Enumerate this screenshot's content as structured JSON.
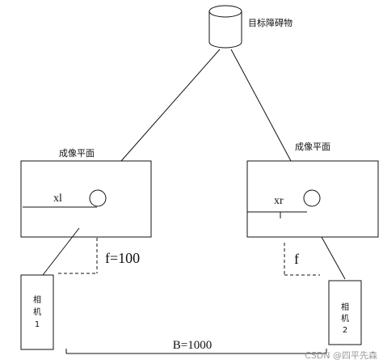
{
  "target": {
    "label": "目标障碍物"
  },
  "left_plane": {
    "label": "成像平面",
    "point_label": "xl"
  },
  "right_plane": {
    "label": "成像平面",
    "point_label": "xr"
  },
  "focal": {
    "left_label": "f=100",
    "right_label": "f"
  },
  "camera1": {
    "lines": [
      "相",
      "机",
      "1"
    ]
  },
  "camera2": {
    "lines": [
      "相",
      "机",
      "2"
    ]
  },
  "baseline": {
    "label": "B=1000"
  },
  "watermark": {
    "text": "CSDN @四平先森"
  }
}
